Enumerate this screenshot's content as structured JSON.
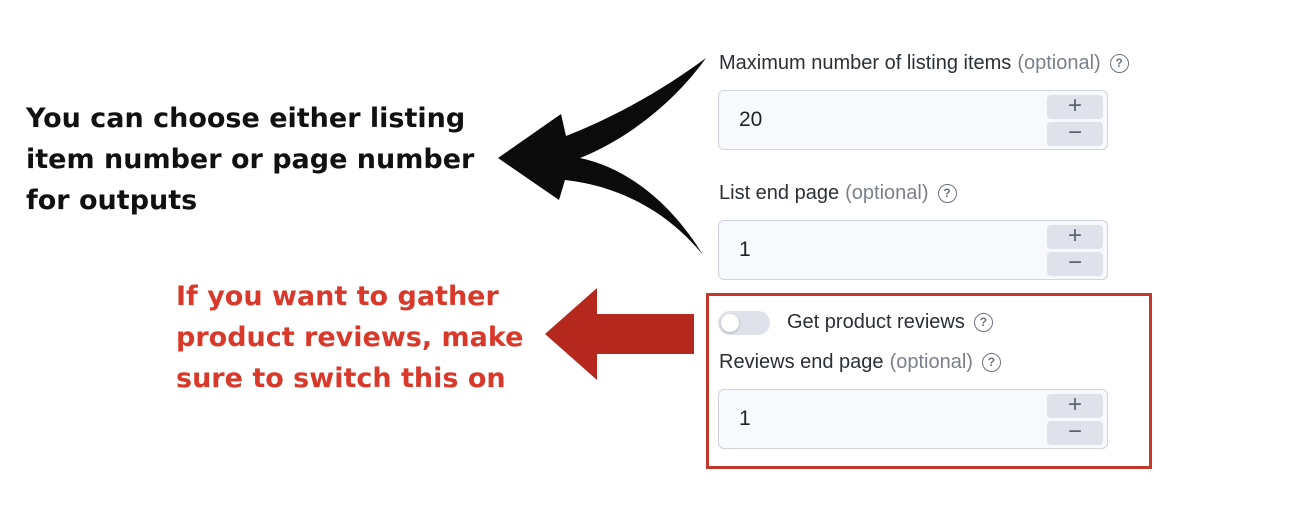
{
  "annotations": {
    "black_note": "You can choose either listing item number or page number for outputs",
    "red_note": "If you want to gather product reviews, make sure to switch this on"
  },
  "form": {
    "max_items": {
      "label": "Maximum number of listing items",
      "optional": "(optional)",
      "value": "20"
    },
    "list_end_page": {
      "label": "List end page",
      "optional": "(optional)",
      "value": "1"
    },
    "get_reviews": {
      "label": "Get product reviews",
      "enabled": false
    },
    "reviews_end_page": {
      "label": "Reviews end page",
      "optional": "(optional)",
      "value": "1"
    },
    "help_glyph": "?",
    "plus_glyph": "+",
    "minus_glyph": "−"
  },
  "colors": {
    "annotation_black": "#111111",
    "annotation_red": "#d8392b",
    "red_arrow": "#b5281d",
    "highlight_box": "#c0392b"
  },
  "icons": [
    "help-circle-icon",
    "plus-icon",
    "minus-icon",
    "curved-black-arrow",
    "red-left-arrow"
  ]
}
